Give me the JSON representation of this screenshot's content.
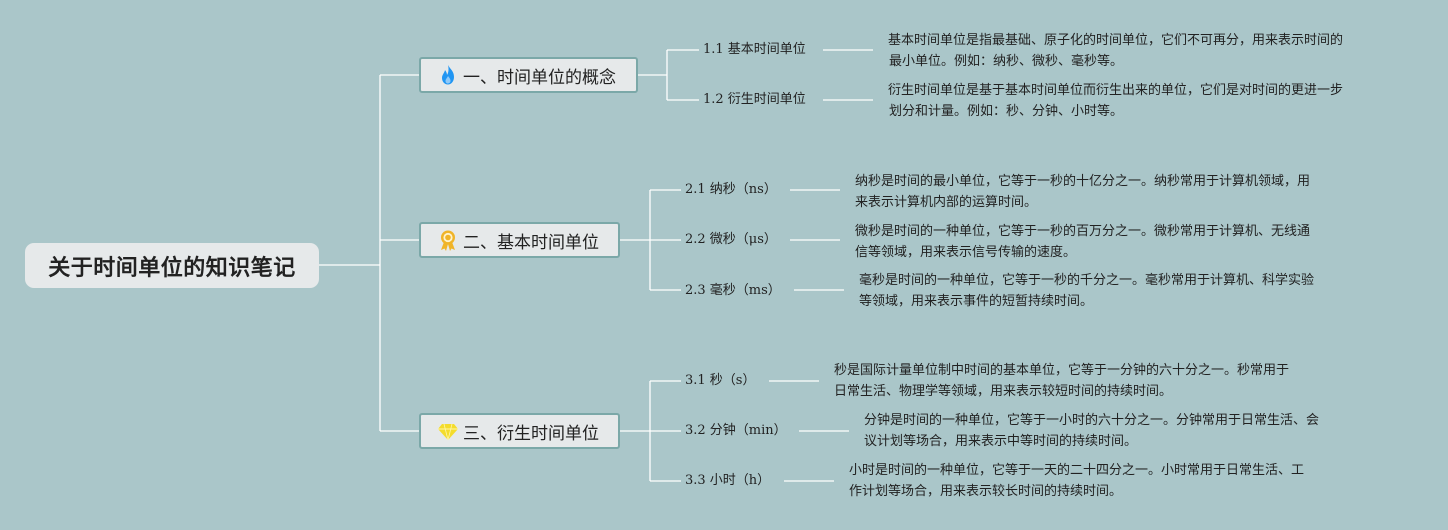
{
  "root": {
    "title": "关于时间单位的知识笔记"
  },
  "branches": [
    {
      "label": "一、时间单位的概念",
      "icon": "flame-icon",
      "children": [
        {
          "label": "1.1 基本时间单位",
          "note": [
            "基本时间单位是指最基础、原子化的时间单位，它们不可再分，用来表示时间的",
            "最小单位。例如：纳秒、微秒、毫秒等。"
          ]
        },
        {
          "label": "1.2 衍生时间单位",
          "note": [
            "衍生时间单位是基于基本时间单位而衍生出来的单位，它们是对时间的更进一步",
            "划分和计量。例如：秒、分钟、小时等。"
          ]
        }
      ]
    },
    {
      "label": "二、基本时间单位",
      "icon": "medal-icon",
      "children": [
        {
          "label": "2.1 纳秒（ns）",
          "note": [
            "纳秒是时间的最小单位，它等于一秒的十亿分之一。纳秒常用于计算机领域，用",
            "来表示计算机内部的运算时间。"
          ]
        },
        {
          "label": "2.2 微秒（μs）",
          "note": [
            "微秒是时间的一种单位，它等于一秒的百万分之一。微秒常用于计算机、无线通",
            "信等领域，用来表示信号传输的速度。"
          ]
        },
        {
          "label": "2.3 毫秒（ms）",
          "note": [
            "毫秒是时间的一种单位，它等于一秒的千分之一。毫秒常用于计算机、科学实验",
            "等领域，用来表示事件的短暂持续时间。"
          ]
        }
      ]
    },
    {
      "label": "三、衍生时间单位",
      "icon": "gem-icon",
      "children": [
        {
          "label": "3.1 秒（s）",
          "note": [
            "秒是国际计量单位制中时间的基本单位，它等于一分钟的六十分之一。秒常用于",
            "日常生活、物理学等领域，用来表示较短时间的持续时间。"
          ]
        },
        {
          "label": "3.2 分钟（min）",
          "note": [
            "分钟是时间的一种单位，它等于一小时的六十分之一。分钟常用于日常生活、会",
            "议计划等场合，用来表示中等时间的持续时间。"
          ]
        },
        {
          "label": "3.3 小时（h）",
          "note": [
            "小时是时间的一种单位，它等于一天的二十四分之一。小时常用于日常生活、工",
            "作计划等场合，用来表示较长时间的持续时间。"
          ]
        }
      ]
    }
  ],
  "colors": {
    "background": "#aac6c9",
    "node_fill": "#e6e9ea",
    "node_border": "#7ba8a8",
    "connector": "#ffffff",
    "flame": "#2196f3",
    "medal": "#f0b429",
    "gem": "#f4dc2c"
  }
}
